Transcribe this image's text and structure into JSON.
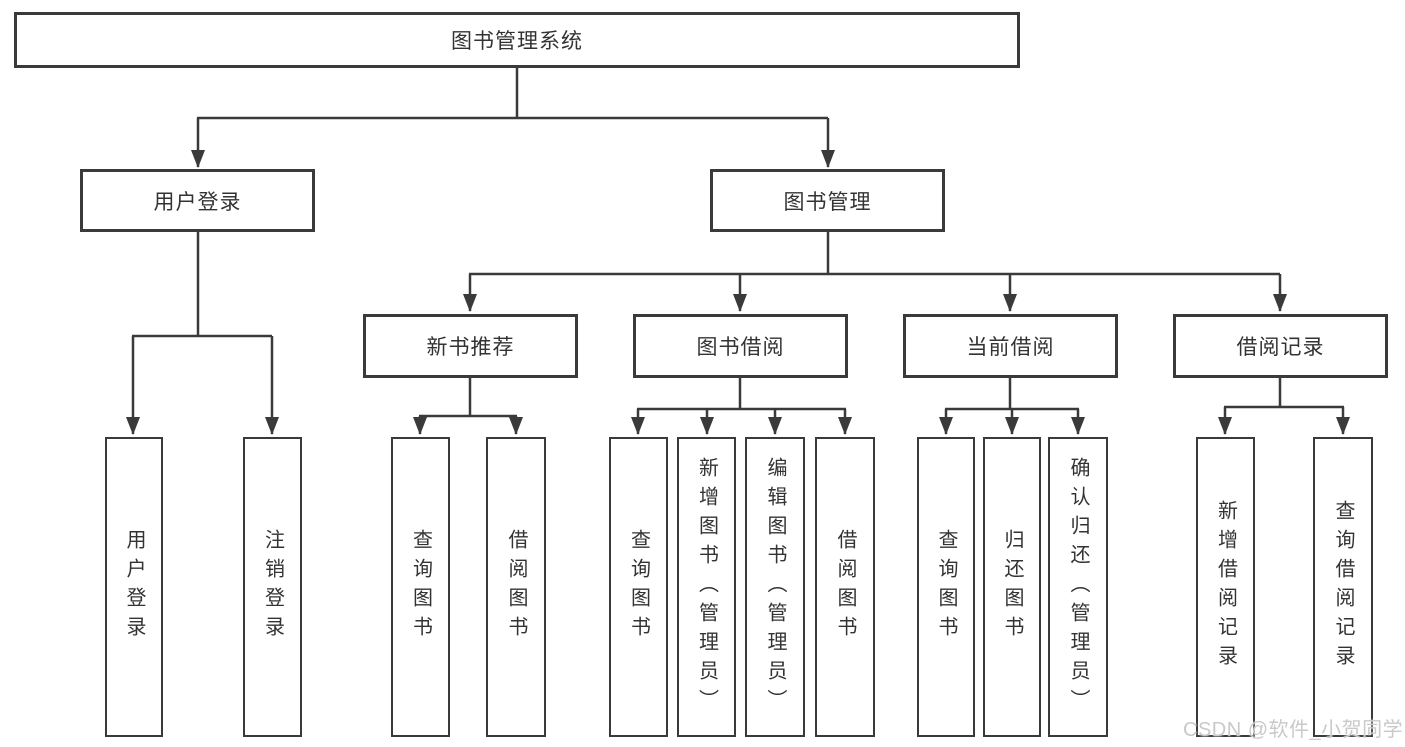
{
  "diagram_type": "functional-structure-tree",
  "colors": {
    "line": "#3a3a3a",
    "box_border": "#3a3a3a",
    "text": "#333333",
    "background": "#ffffff",
    "watermark": "#c9c9c9"
  },
  "tree": {
    "root": {
      "label": "图书管理系统",
      "children": [
        {
          "label": "用户登录",
          "children": [
            {
              "label": "用户登录"
            },
            {
              "label": "注销登录"
            }
          ]
        },
        {
          "label": "图书管理",
          "children": [
            {
              "label": "新书推荐",
              "children": [
                {
                  "label": "查询图书"
                },
                {
                  "label": "借阅图书"
                }
              ]
            },
            {
              "label": "图书借阅",
              "children": [
                {
                  "label": "查询图书"
                },
                {
                  "label": "新增图书（管理员）"
                },
                {
                  "label": "编辑图书（管理员）"
                },
                {
                  "label": "借阅图书"
                }
              ]
            },
            {
              "label": "当前借阅",
              "children": [
                {
                  "label": "查询图书"
                },
                {
                  "label": "归还图书"
                },
                {
                  "label": "确认归还（管理员）"
                }
              ]
            },
            {
              "label": "借阅记录",
              "children": [
                {
                  "label": "新增借阅记录"
                },
                {
                  "label": "查询借阅记录"
                }
              ]
            }
          ]
        }
      ]
    }
  },
  "watermark": {
    "text": "CSDN @软件_小贺同学"
  }
}
